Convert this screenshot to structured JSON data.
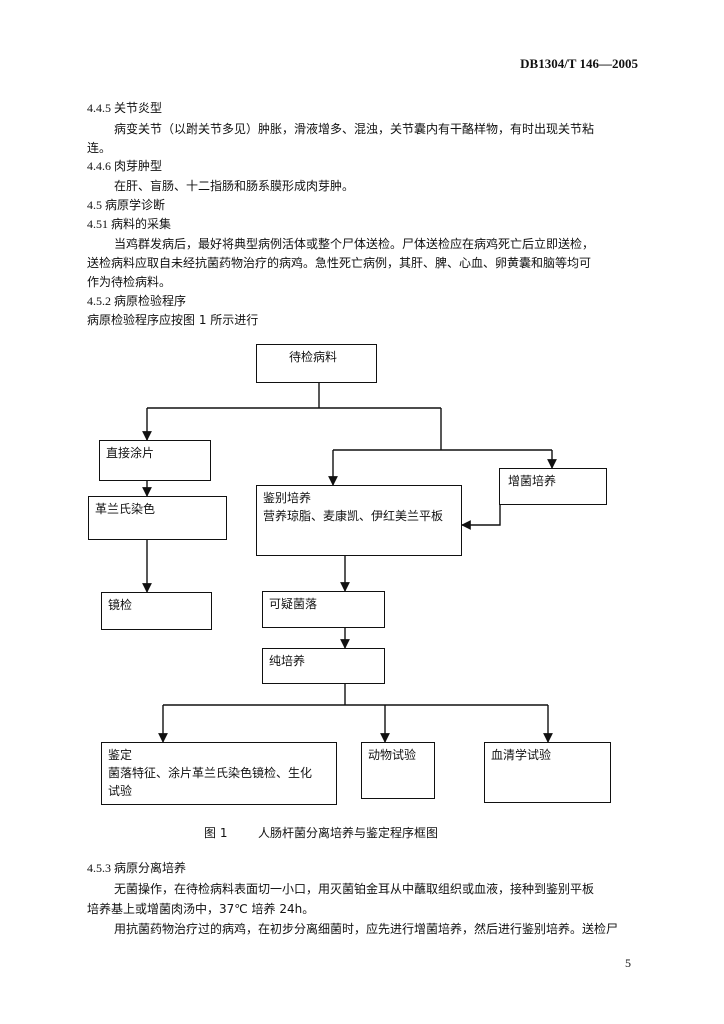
{
  "header": {
    "standard_number": "DB1304/T 146—2005"
  },
  "sections": {
    "s445": {
      "heading": "4.4.5 关节炎型",
      "line1": "病变关节（以跗关节多见）肿胀，滑液增多、混浊，关节囊内有干酪样物，有时出现关节粘",
      "line2": "连。"
    },
    "s446": {
      "heading": "4.4.6 肉芽肿型",
      "line1": "在肝、盲肠、十二指肠和肠系膜形成肉芽肿。"
    },
    "s45": {
      "heading": "4.5 病原学诊断"
    },
    "s451": {
      "heading": "4.51 病料的采集",
      "line1": "当鸡群发病后，最好将典型病例活体或整个尸体送检。尸体送检应在病鸡死亡后立即送检，",
      "line2": "送检病料应取自未经抗菌药物治疗的病鸡。急性死亡病例，其肝、脾、心血、卵黄囊和脑等均可",
      "line3": "作为待检病料。"
    },
    "s452": {
      "heading": "4.5.2 病原检验程序",
      "line1": "病原检验程序应按图 1 所示进行"
    },
    "s453": {
      "heading": "4.5.3 病原分离培养",
      "line1": "无菌操作，在待检病料表面切一小口，用灭菌铂金耳从中蘸取组织或血液，接种到鉴别平板",
      "line2": "培养基上或增菌肉汤中，37℃ 培养 24h。",
      "line3": "用抗菌药物治疗过的病鸡，在初步分离细菌时，应先进行增菌培养，然后进行鉴别培养。送检尸"
    }
  },
  "flowchart": {
    "sample": "待检病料",
    "direct_smear": "直接涂片",
    "gram_stain": "革兰氏染色",
    "microscopy": "镜检",
    "diff_culture_title": "鉴别培养",
    "diff_culture_media": "营养琼脂、麦康凯、伊红美兰平板",
    "enrichment": "增菌培养",
    "suspicious_colony": "可疑菌落",
    "pure_culture": "纯培养",
    "identify_title": "鉴定",
    "identify_line1": "菌落特征、涂片革兰氏染色镜检、生化",
    "identify_line2": "试验",
    "animal_test": "动物试验",
    "serology": "血清学试验"
  },
  "figure_caption": {
    "label": "图 1",
    "title": "人肠杆菌分离培养与鉴定程序框图"
  },
  "page_number": "5"
}
